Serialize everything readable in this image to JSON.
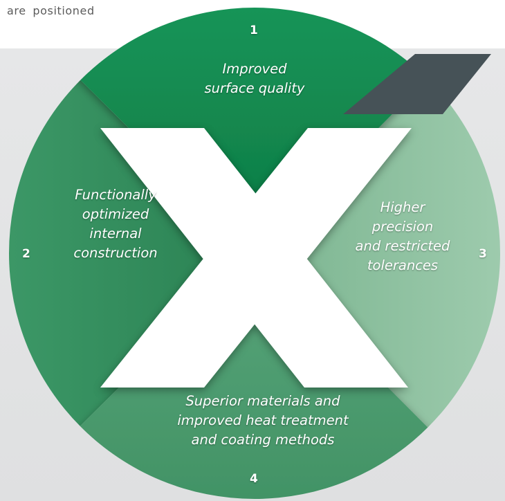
{
  "top_text": "are positioned",
  "segments": [
    {
      "number": "1",
      "label_lines": [
        "Improved",
        "surface quality"
      ]
    },
    {
      "number": "2",
      "label_lines": [
        "Functionally",
        "optimized",
        "internal",
        "construction"
      ]
    },
    {
      "number": "3",
      "label_lines": [
        "Higher",
        "precision",
        "and restricted",
        "tolerances"
      ]
    },
    {
      "number": "4",
      "label_lines": [
        "Superior materials and",
        "improved heat treatment",
        "and coating methods"
      ]
    }
  ],
  "colors": {
    "segment_top": "#138a4e",
    "segment_left": "#2f8a5a",
    "segment_right": "#8cc09e",
    "segment_bottom": "#4b9c70",
    "dark_accent": "#465257",
    "background": "#e3e4e5"
  }
}
